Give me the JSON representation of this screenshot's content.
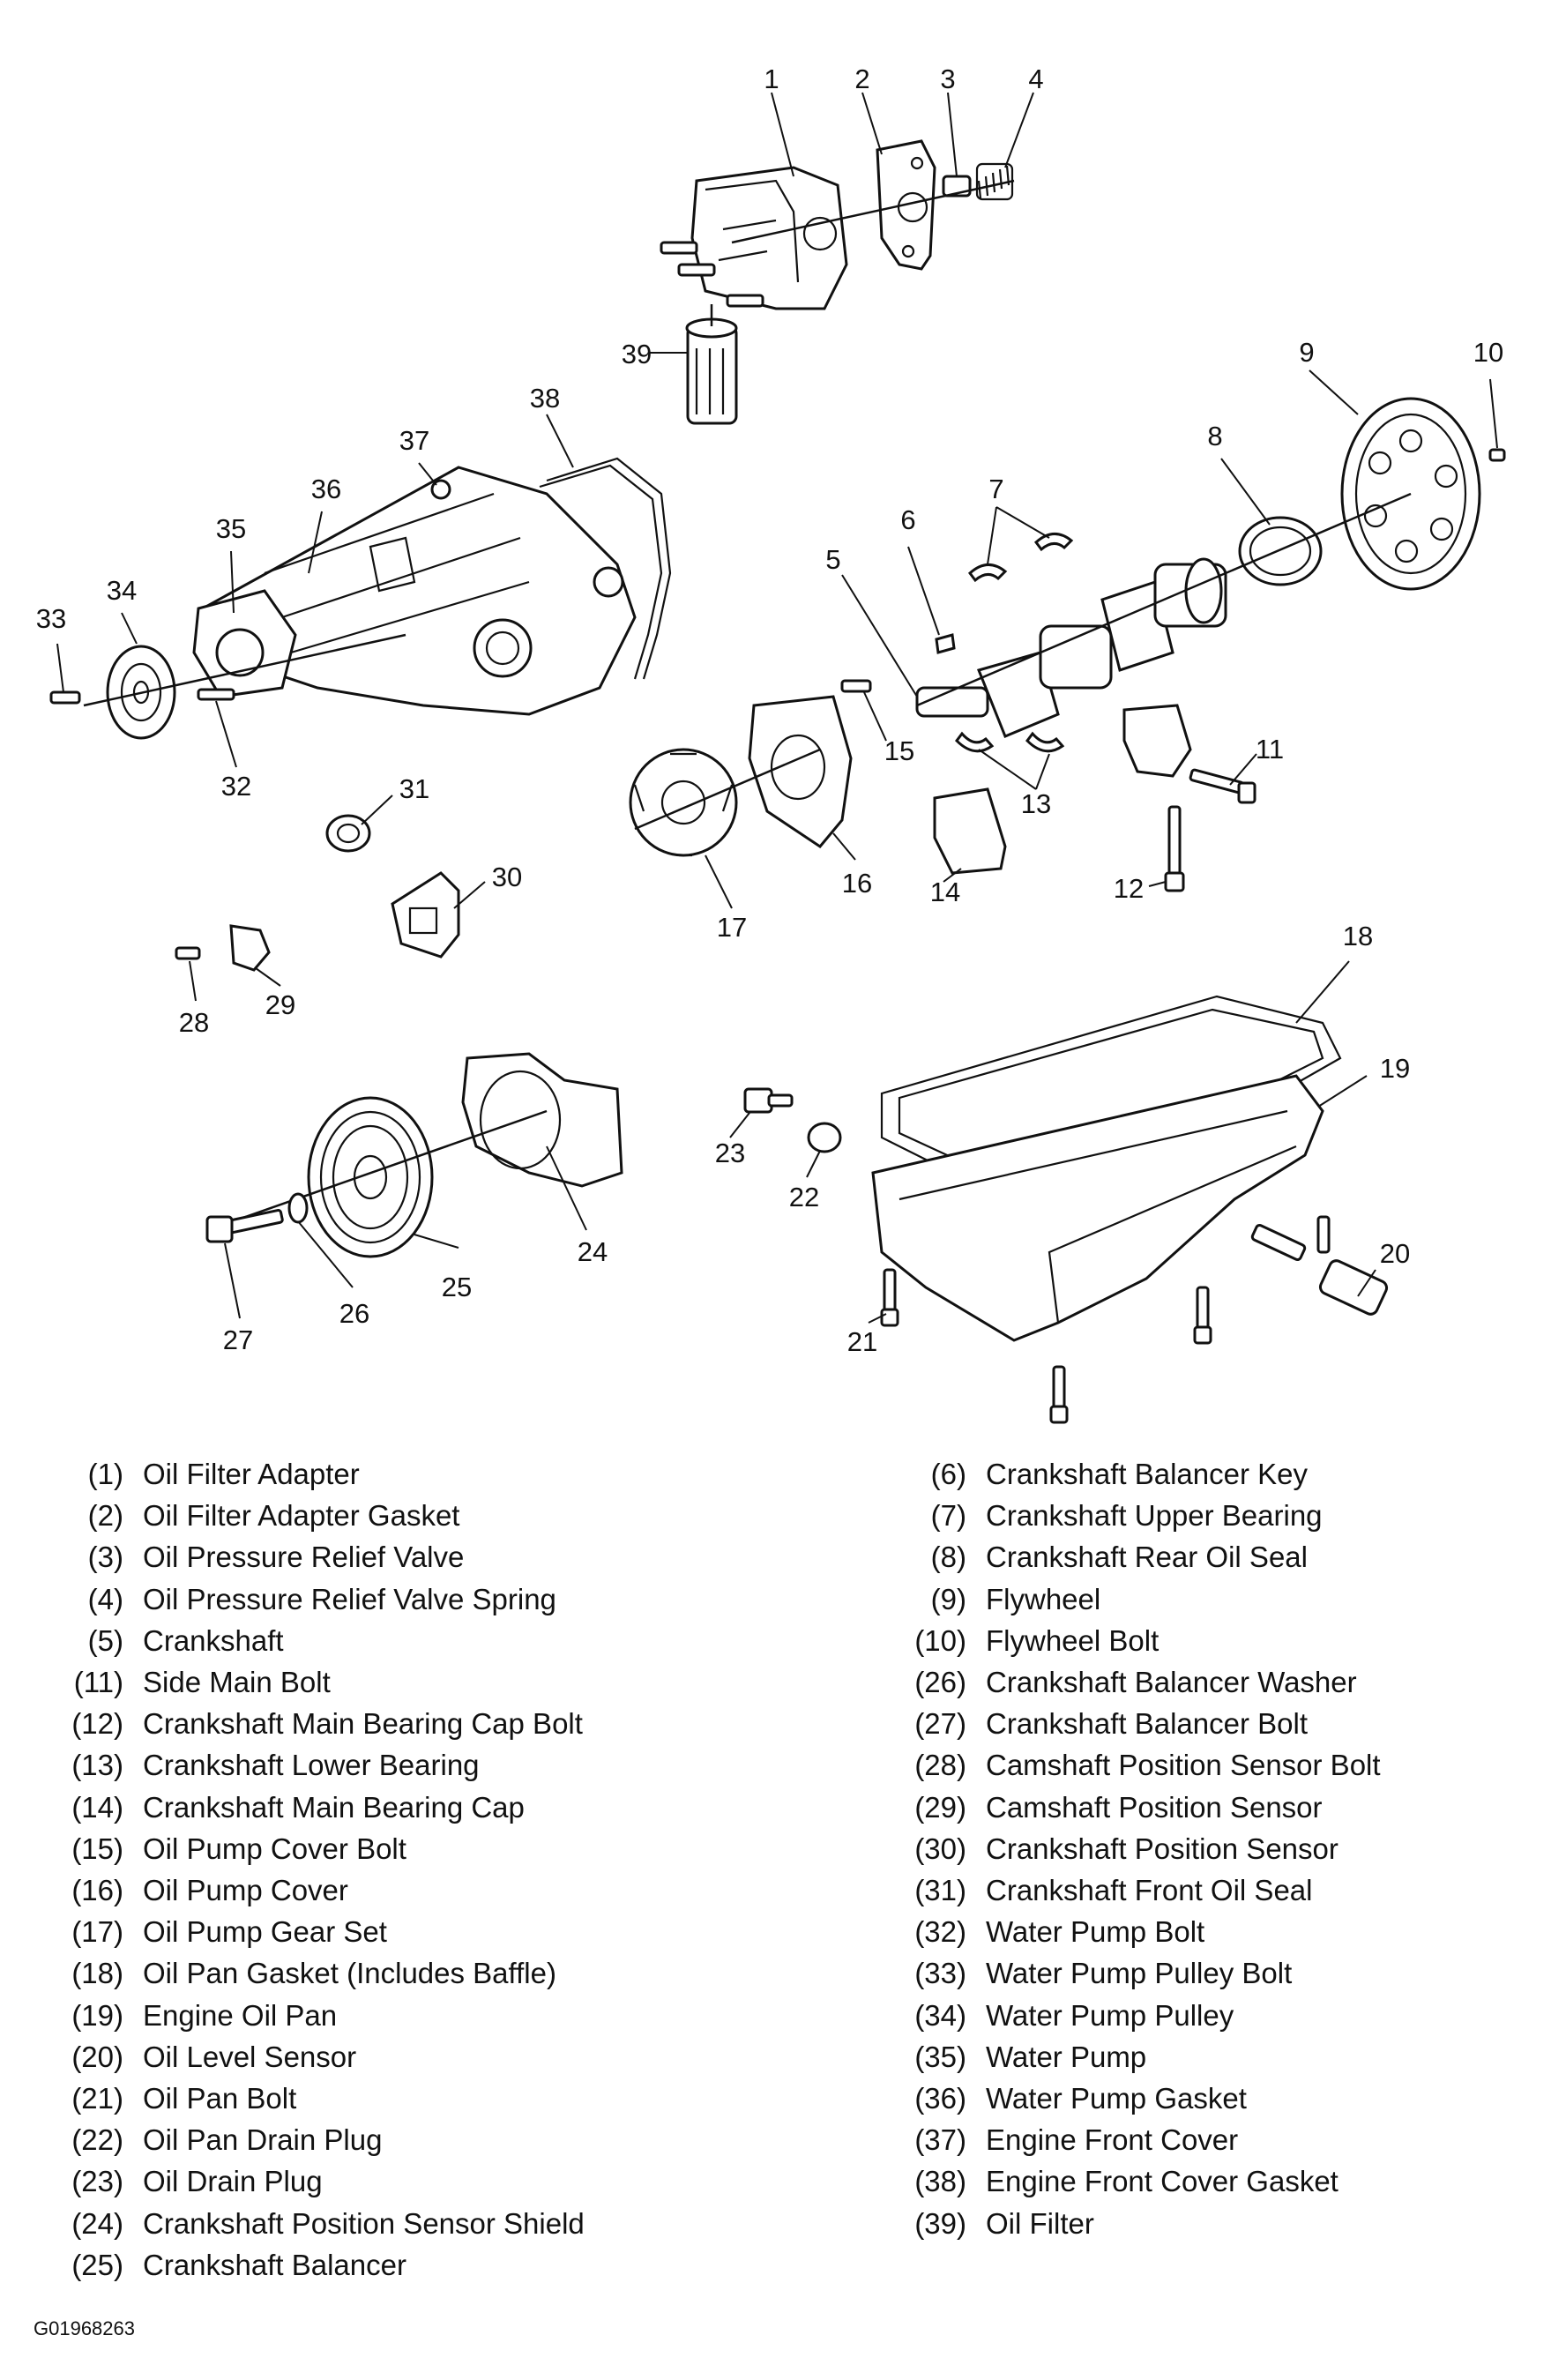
{
  "callouts": [
    "1",
    "2",
    "3",
    "4",
    "5",
    "6",
    "7",
    "8",
    "9",
    "10",
    "11",
    "12",
    "13",
    "14",
    "15",
    "16",
    "17",
    "18",
    "19",
    "20",
    "21",
    "22",
    "23",
    "24",
    "25",
    "26",
    "27",
    "28",
    "29",
    "30",
    "31",
    "32",
    "33",
    "34",
    "35",
    "36",
    "37",
    "38",
    "39"
  ],
  "legend_left": [
    {
      "num": "(1)",
      "label": "Oil Filter Adapter"
    },
    {
      "num": "(2)",
      "label": "Oil Filter Adapter Gasket"
    },
    {
      "num": "(3)",
      "label": "Oil Pressure Relief Valve"
    },
    {
      "num": "(4)",
      "label": "Oil Pressure Relief Valve Spring"
    },
    {
      "num": "(5)",
      "label": "Crankshaft"
    },
    {
      "num": "(11)",
      "label": "Side Main Bolt"
    },
    {
      "num": "(12)",
      "label": "Crankshaft Main Bearing Cap Bolt"
    },
    {
      "num": "(13)",
      "label": "Crankshaft Lower Bearing"
    },
    {
      "num": "(14)",
      "label": "Crankshaft Main Bearing Cap"
    },
    {
      "num": "(15)",
      "label": "Oil Pump Cover Bolt"
    },
    {
      "num": "(16)",
      "label": "Oil Pump Cover"
    },
    {
      "num": "(17)",
      "label": "Oil Pump Gear Set"
    },
    {
      "num": "(18)",
      "label": "Oil Pan Gasket (Includes Baffle)"
    },
    {
      "num": "(19)",
      "label": "Engine Oil Pan"
    },
    {
      "num": "(20)",
      "label": "Oil Level Sensor"
    },
    {
      "num": "(21)",
      "label": "Oil Pan Bolt"
    },
    {
      "num": "(22)",
      "label": "Oil Pan Drain Plug"
    },
    {
      "num": "(23)",
      "label": "Oil Drain Plug"
    },
    {
      "num": "(24)",
      "label": "Crankshaft Position Sensor Shield"
    },
    {
      "num": "(25)",
      "label": "Crankshaft Balancer"
    }
  ],
  "legend_right": [
    {
      "num": "(6)",
      "label": "Crankshaft Balancer Key"
    },
    {
      "num": "(7)",
      "label": "Crankshaft Upper Bearing"
    },
    {
      "num": "(8)",
      "label": "Crankshaft Rear Oil Seal"
    },
    {
      "num": "(9)",
      "label": "Flywheel"
    },
    {
      "num": "(10)",
      "label": "Flywheel Bolt"
    },
    {
      "num": "(26)",
      "label": "Crankshaft Balancer Washer"
    },
    {
      "num": "(27)",
      "label": "Crankshaft Balancer Bolt"
    },
    {
      "num": "(28)",
      "label": "Camshaft Position Sensor Bolt"
    },
    {
      "num": "(29)",
      "label": "Camshaft Position Sensor"
    },
    {
      "num": "(30)",
      "label": "Crankshaft Position Sensor"
    },
    {
      "num": "(31)",
      "label": "Crankshaft Front Oil Seal"
    },
    {
      "num": "(32)",
      "label": "Water Pump Bolt"
    },
    {
      "num": "(33)",
      "label": "Water Pump Pulley Bolt"
    },
    {
      "num": "(34)",
      "label": "Water Pump Pulley"
    },
    {
      "num": "(35)",
      "label": "Water Pump"
    },
    {
      "num": "(36)",
      "label": "Water Pump Gasket"
    },
    {
      "num": "(37)",
      "label": "Engine Front Cover"
    },
    {
      "num": "(38)",
      "label": "Engine Front Cover Gasket"
    },
    {
      "num": "(39)",
      "label": "Oil Filter"
    }
  ],
  "figure_code": "G01968263"
}
